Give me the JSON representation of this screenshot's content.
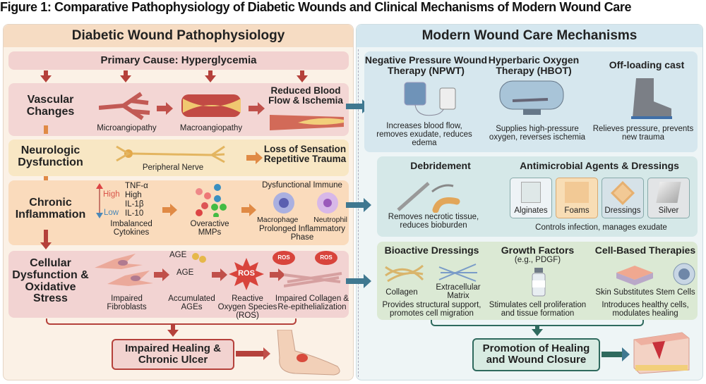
{
  "title": "Figure 1: Comparative Pathophysiology of Diabetic Wounds and Clinical Mechanisms of Modern Wound Care",
  "left": {
    "header": "Diabetic Wound Pathophysiology",
    "primary": "Primary Cause: Hyperglycemia",
    "vascular": {
      "label": "Vascular Changes",
      "micro": "Microangiopathy",
      "macro": "Macroangiopathy",
      "result": "Reduced Blood Flow & Ischemia"
    },
    "neuro": {
      "label": "Neurologic Dysfunction",
      "nerve": "Peripheral Nerve",
      "result1": "Loss of Sensation",
      "result2": "Repetitive Trauma"
    },
    "inflam": {
      "label": "Chronic Inflammation",
      "high": "High",
      "low": "Low",
      "c1": "TNF-α",
      "c2": "High",
      "c3": "IL-1β",
      "c4": "IL-10",
      "cyto": "Imbalanced Cytokines",
      "mmp": "Overactive MMPs",
      "immune": "Dysfunctional Immune",
      "macrophage": "Macrophage",
      "neutrophil": "Neutrophil",
      "phase": "Prolonged Inflammatory Phase"
    },
    "cellular": {
      "label": "Cellular Dysfunction & Oxidative Stress",
      "fibro": "Impaired Fibroblasts",
      "age1": "AGE",
      "age2": "AGE",
      "ages": "Accumulated AGEs",
      "ros": "ROS",
      "ros_label": "Reactive Oxygen Species (ROS)",
      "ros2": "ROS",
      "ros3": "ROS",
      "collagen": "Impaired Collagen & Re-epithelialization"
    },
    "outcome": "Impaired Healing & Chronic Ulcer"
  },
  "right": {
    "header": "Modern Wound Care Mechanisms",
    "npwt": {
      "title": "Negative Pressure Wound Therapy (NPWT)",
      "desc": "Increases blood flow, removes exudate, reduces edema"
    },
    "hbot": {
      "title": "Hyperbaric Oxygen Therapy (HBOT)",
      "desc": "Supplies high-pressure oxygen, reverses ischemia"
    },
    "cast": {
      "title": "Off-loading cast",
      "desc": "Relieves pressure, prevents new trauma"
    },
    "debride": {
      "title": "Debridement",
      "desc": "Removes necrotic tissue, reduces bioburden"
    },
    "antimicrobial": {
      "title": "Antimicrobial Agents & Dressings",
      "items": [
        "Alginates",
        "Foams",
        "Dressings",
        "Silver"
      ],
      "desc": "Controls infection, manages exudate"
    },
    "bioactive": {
      "title": "Bioactive Dressings",
      "collagen": "Collagen",
      "ecm": "Extracellular Matrix",
      "desc": "Provides structural support, promotes cell migration"
    },
    "growth": {
      "title": "Growth Factors",
      "sub": "(e.g., PDGF)",
      "desc": "Stimulates cell proliferation and tissue formation"
    },
    "cell": {
      "title": "Cell-Based Therapies",
      "skin": "Skin Substitutes",
      "stem": "Stem Cells",
      "desc": "Introduces healthy cells, modulates healing"
    },
    "outcome": "Promotion of Healing and Wound Closure"
  }
}
